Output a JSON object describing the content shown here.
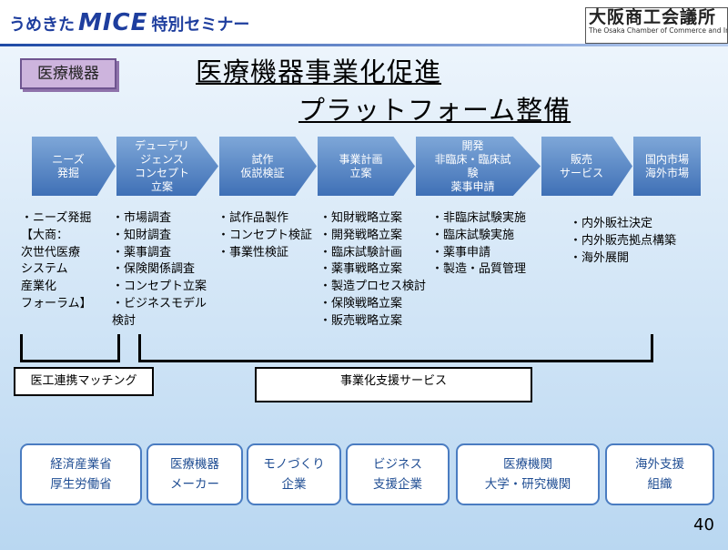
{
  "header": {
    "left_prefix": "うめきた",
    "left_brand": "MICE",
    "left_suffix": "特別セミナー",
    "org_name": "大阪商工会議所",
    "org_name_en": "The Osaka Chamber of Commerce and Industry"
  },
  "category_tag": "医療機器",
  "title": {
    "line1": "医療機器事業化促進",
    "line2": "プラットフォーム整備"
  },
  "stages": [
    {
      "label": "ニーズ\n発掘"
    },
    {
      "label": "デューデリ\nジェンス\nコンセプト\n立案"
    },
    {
      "label": "試作\n仮説検証"
    },
    {
      "label": "事業計画\n立案"
    },
    {
      "label": "開発\n非臨床・臨床試\n験\n薬事申請"
    },
    {
      "label": "販売\nサービス"
    },
    {
      "label": "国内市場\n海外市場"
    }
  ],
  "stage_details": [
    "・ニーズ発掘\n【大商：\n次世代医療\nシステム\n産業化\nフォーラム】",
    "・市場調査\n・知財調査\n・薬事調査\n・保険関係調査\n・コンセプト立案\n・ビジネスモデル\n検討",
    "・試作品製作\n・コンセプト検証\n・事業性検証",
    "・知財戦略立案\n・開発戦略立案\n・臨床試験計画\n・薬事戦略立案\n・製造プロセス検討\n・保険戦略立案\n・販売戦略立案",
    "・非臨床試験実施\n・臨床試験実施\n・薬事申請\n・製造・品質管理",
    "・内外販社決定\n・内外販売拠点構築\n・海外展開"
  ],
  "support": {
    "matching": "医工連携マッチング",
    "services": "事業化支援サービス"
  },
  "organizations": [
    {
      "label": "経済産業省\n厚生労働省"
    },
    {
      "label": "医療機器\nメーカー"
    },
    {
      "label": "モノづくり\n企業"
    },
    {
      "label": "ビジネス\n支援企業"
    },
    {
      "label": "医療機関\n大学・研究機関"
    },
    {
      "label": "海外支援\n組織"
    }
  ],
  "page_number": "40"
}
